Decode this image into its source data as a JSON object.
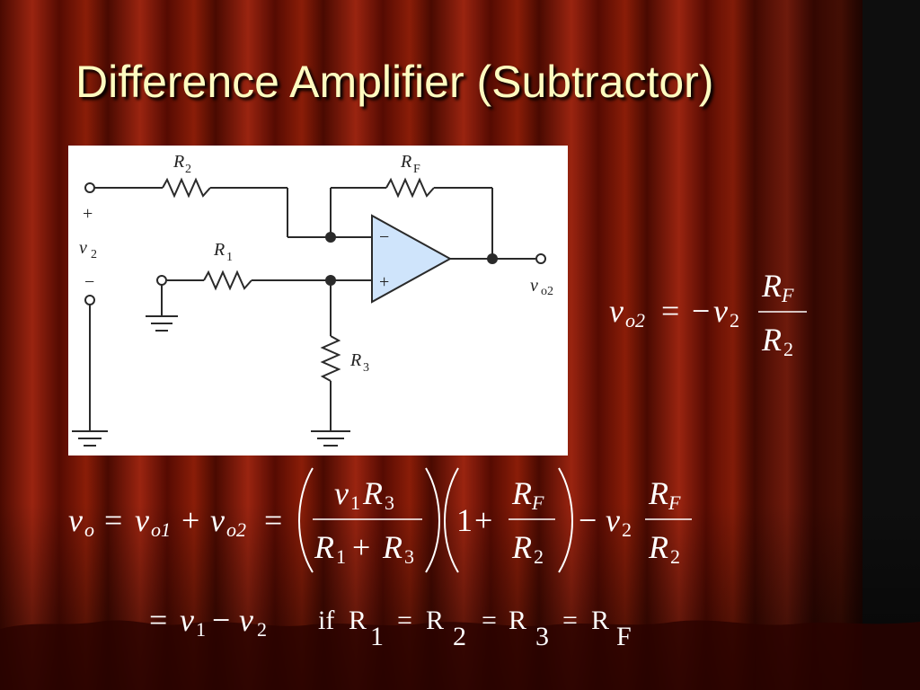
{
  "slide": {
    "title": "Difference Amplifier (Subtractor)"
  },
  "circuit": {
    "r2": {
      "main": "R",
      "sub": "2"
    },
    "rf": {
      "main": "R",
      "sub": "F"
    },
    "r1": {
      "main": "R",
      "sub": "1"
    },
    "r3": {
      "main": "R",
      "sub": "3"
    },
    "v2": {
      "main": "v",
      "sub": "2"
    },
    "vo2": {
      "main": "v",
      "sub": "o2"
    },
    "plus_terminal": "+",
    "minus_terminal": "−",
    "opamp_minus": "−",
    "opamp_plus": "+"
  },
  "equation1": {
    "lhs_var": "v",
    "lhs_sub": "o2",
    "equals": "=",
    "minus": "−",
    "v": "v",
    "v_sub": "2",
    "num": "R",
    "num_sub": "F",
    "den": "R",
    "den_sub": "2"
  },
  "equation2": {
    "vo": "v",
    "vo_sub": "o",
    "eq1": "=",
    "vo1": "v",
    "vo1_sub": "o1",
    "plus1": "+",
    "vo2": "v",
    "vo2_sub": "o2",
    "eq2": "=",
    "frac1_num_v": "v",
    "frac1_num_v_sub": "1",
    "frac1_num_r": "R",
    "frac1_num_r_sub": "3",
    "frac1_den_r1": "R",
    "frac1_den_r1_sub": "1",
    "frac1_den_plus": "+",
    "frac1_den_r3": "R",
    "frac1_den_r3_sub": "3",
    "one": "1",
    "plus2": "+",
    "frac2_num": "R",
    "frac2_num_sub": "F",
    "frac2_den": "R",
    "frac2_den_sub": "2",
    "minus": "−",
    "v2": "v",
    "v2_sub": "2",
    "frac3_num": "R",
    "frac3_num_sub": "F",
    "frac3_den": "R",
    "frac3_den_sub": "2"
  },
  "equation3": {
    "eq": "=",
    "v1": "v",
    "v1_sub": "1",
    "minus": "−",
    "v2": "v",
    "v2_sub": "2",
    "if": "if",
    "r_a": "R",
    "r_a_sub": "1",
    "eq_a": "=",
    "r_b": "R",
    "r_b_sub": "2",
    "eq_b": "=",
    "r_c": "R",
    "r_c_sub": "3",
    "eq_c": "=",
    "r_d": "R",
    "r_d_sub": "F"
  }
}
